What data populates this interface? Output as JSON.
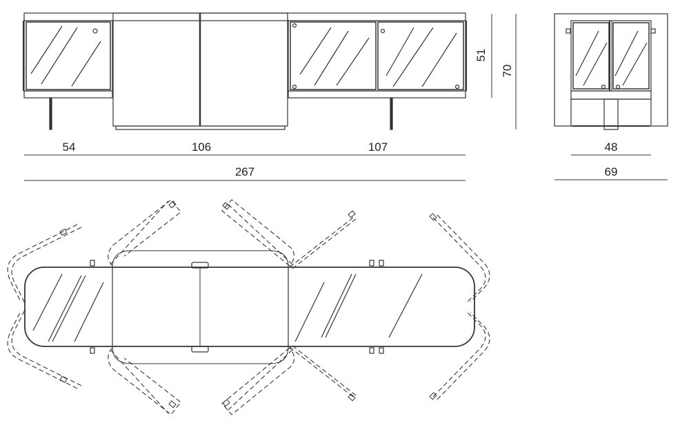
{
  "colors": {
    "line": "#333333",
    "fill": "#ffffff"
  },
  "dimensions": {
    "width_left": "54",
    "width_center": "106",
    "width_right": "107",
    "width_total": "267",
    "height_inner": "51",
    "height_total": "70",
    "depth_inner": "48",
    "depth_total": "69"
  }
}
